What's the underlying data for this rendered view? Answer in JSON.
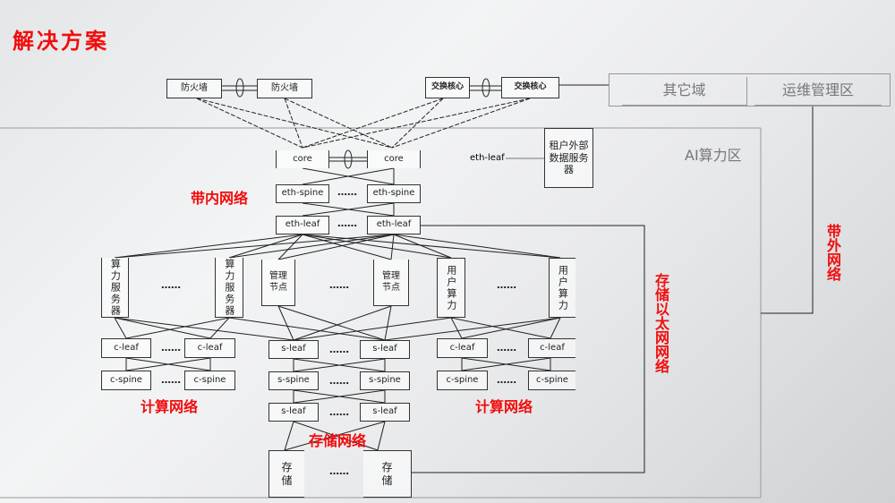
{
  "title": "解决方案",
  "top": {
    "firewall": "防火墙",
    "switch_core": "交换核心"
  },
  "other_domain": "其它域",
  "ops_zone": "运维管理区",
  "ai_zone": "AI算力区",
  "core": "core",
  "eth_leaf": "eth-leaf",
  "eth_spine": "eth-spine",
  "tenant_server": "租户外部数据服务器",
  "compute_server": "算力服务器",
  "mgmt_node": "管理节点",
  "user_compute": "用户算力",
  "c_leaf": "c-leaf",
  "c_spine": "c-spine",
  "s_leaf": "s-leaf",
  "s_spine": "s-spine",
  "storage": "存储",
  "dots": "……",
  "labels": {
    "inband": "带内网络",
    "compute_net": "计算网络",
    "storage_net": "存储网络",
    "storage_eth": "存储以太网网络",
    "outband": "带外网络"
  }
}
